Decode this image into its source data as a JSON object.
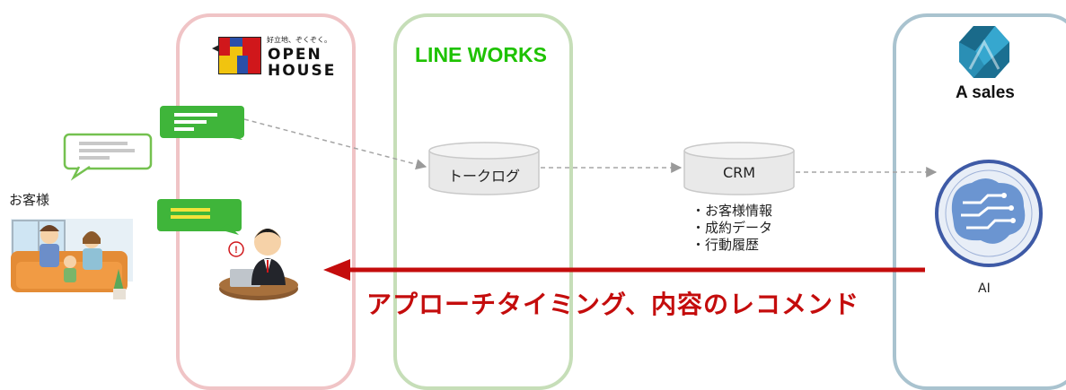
{
  "lanes": {
    "open_house": {
      "tagline": "好立地、ぞくぞく。",
      "word1": "OPEN",
      "word2": "HOUSE"
    },
    "line_works": {
      "logo_text": "LINE WORKS"
    },
    "a_sales": {
      "logo_text": "A sales"
    }
  },
  "customer": {
    "label": "お客様"
  },
  "talk_log": {
    "label": "トークログ"
  },
  "crm": {
    "label": "CRM",
    "items": [
      "・お客様情報",
      "・成約データ",
      "・行動履歴"
    ]
  },
  "ai": {
    "label": "AI"
  },
  "recommendation": {
    "text": "アプローチタイミング、内容のレコメンド"
  },
  "colors": {
    "open_house_lane": "#f0c4c6",
    "line_works_lane": "#c6deb8",
    "a_sales_lane": "#a9c3cf",
    "line_green": "#1ec200",
    "arrow_red": "#c40c0c"
  }
}
